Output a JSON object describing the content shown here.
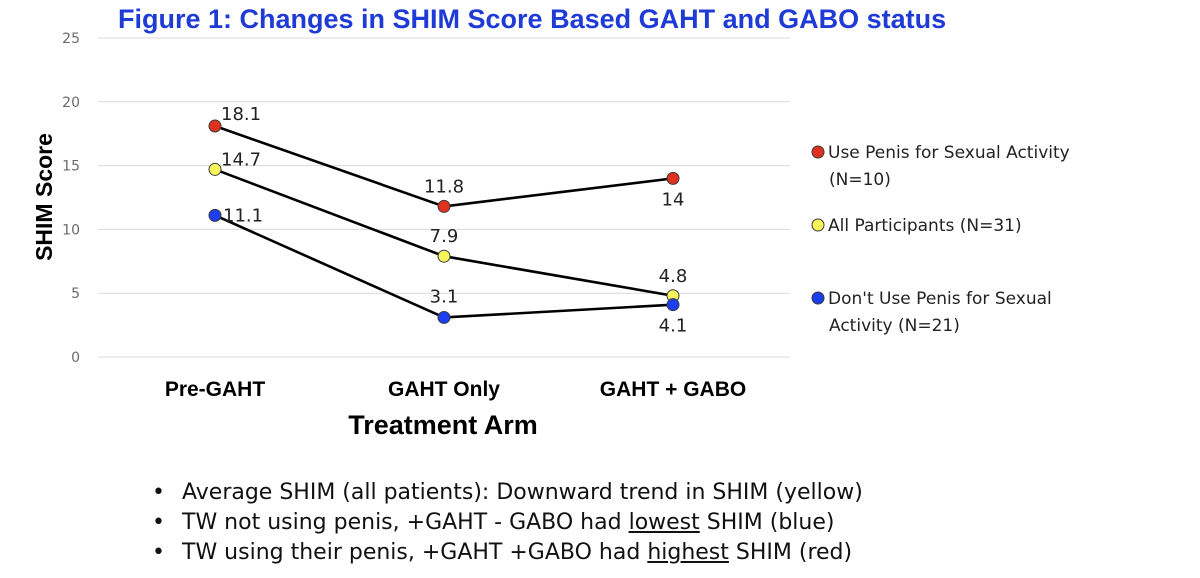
{
  "figure_title": "Figure 1: Changes in SHIM Score Based GAHT and GABO status",
  "chart_data": {
    "type": "line",
    "xlabel": "Treatment Arm",
    "ylabel": "SHIM Score",
    "categories": [
      "Pre-GAHT",
      "GAHT Only",
      "GAHT + GABO"
    ],
    "ylim": [
      0,
      25
    ],
    "yticks": [
      0,
      5,
      10,
      15,
      20,
      25
    ],
    "grid": true,
    "legend_position": "right",
    "series": [
      {
        "name": "Use Penis for Sexual Activity (N=10)",
        "legend_lines": [
          "Use Penis for Sexual Activity",
          "(N=10)"
        ],
        "color": "#e0301e",
        "values": [
          18.1,
          11.8,
          14
        ],
        "labels": [
          "18.1",
          "11.8",
          "14"
        ]
      },
      {
        "name": "All Participants (N=31)",
        "legend_lines": [
          "All Participants (N=31)"
        ],
        "color": "#f7f35a",
        "values": [
          14.7,
          7.9,
          4.8
        ],
        "labels": [
          "14.7",
          "7.9",
          "4.8"
        ]
      },
      {
        "name": "Don't Use Penis for Sexual Activity (N=21)",
        "legend_lines": [
          "Don't Use Penis for Sexual",
          "Activity (N=21)"
        ],
        "color": "#1a3ef0",
        "values": [
          11.1,
          3.1,
          4.1
        ],
        "labels": [
          "11.1",
          "3.1",
          "4.1"
        ]
      }
    ]
  },
  "notes": [
    {
      "before": "Average SHIM (all patients): Downward trend in SHIM (yellow)",
      "underline": "",
      "after": ""
    },
    {
      "before": "TW not using penis, +GAHT - GABO  had ",
      "underline": "lowest",
      "after": " SHIM (blue)"
    },
    {
      "before": "TW using their penis, +GAHT +GABO had ",
      "underline": "highest",
      "after": " SHIM (red)"
    }
  ],
  "bullet_char": "•"
}
